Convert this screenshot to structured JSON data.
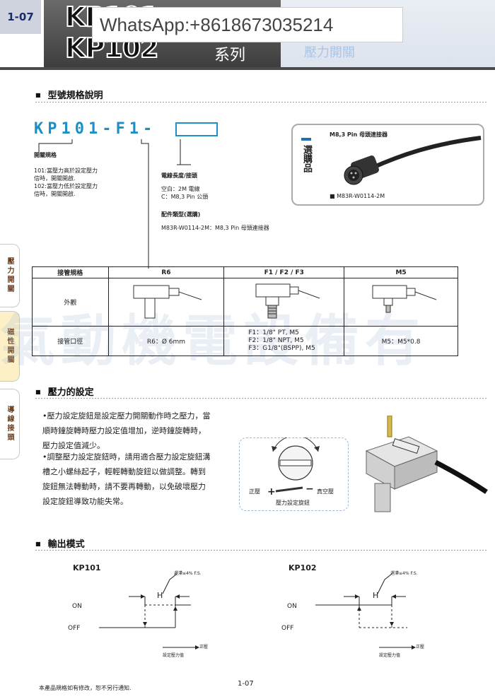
{
  "header": {
    "page_number": "1-07",
    "model_line1": "KP101",
    "model_line2": "KP102",
    "series_label": "系列",
    "subtitle": "壓力開關",
    "overlay_text": "WhatsApp:+8618673035214"
  },
  "side_tabs": [
    "壓力開關",
    "磁性開關",
    "導線接頭"
  ],
  "section_model": {
    "title": "型號規格說明",
    "code_parts": [
      "KP101",
      "-",
      "F1",
      "-"
    ],
    "switch_spec_title": "開關規格",
    "switch_spec_lines": [
      "101:當壓力高於設定壓力",
      "      信時，開關開啟.",
      "102:當壓力低於設定壓力",
      "      信時，開關開啟."
    ],
    "wire_title": "電線長度/接頭",
    "wire_lines": [
      "空白：2M 電線",
      "C：M8,3 Pin 公頭"
    ],
    "accessory_title": "配件類型(選購)",
    "accessory_line": "M83R-W0114-2M：M8,3 Pin 母頭連接器",
    "option_box": {
      "label": "選購品",
      "caption": "M8,3 Pin 母頭連接器",
      "part": "■ M83R-W0114-2M"
    }
  },
  "spec_table": {
    "headers": [
      "接管規格",
      "R6",
      "F1 / F2 / F3",
      "M5"
    ],
    "row_appearance_label": "外觀",
    "row_port_label": "接管口徑",
    "port_values": [
      "R6：Ø 6mm",
      "F1：1/8\" PT, M5\nF2：1/8\" NPT, M5\nF3：G1/8\"(BSPP), M5",
      "M5：M5*0.8"
    ]
  },
  "section_setting": {
    "title": "壓力的設定",
    "bullet1": [
      "•壓力設定旋鈕是設定壓力開關動作時之壓力，當",
      "  順時鐘旋轉時壓力設定值增加，逆時鐘旋轉時，",
      "  壓力設定值減少。"
    ],
    "bullet2": [
      "•調整壓力設定旋鈕時，請用適合壓力設定旋鈕溝",
      "  槽之小螺絲起子，輕輕轉動旋鈕以做調整。轉到",
      "  旋鈕無法轉動時，請不要再轉動，以免破壞壓力",
      "  設定旋鈕導致功能失常。"
    ],
    "dial_left": "正壓",
    "dial_right": "真空壓",
    "dial_caption": "壓力設定旋鈕",
    "plus": "+",
    "minus": "−"
  },
  "section_output": {
    "title": "輸出模式",
    "left": {
      "model": "KP101",
      "on": "ON",
      "off": "OFF",
      "h": "H",
      "note": "遲滯≤4% F.S.",
      "axis": "正壓",
      "axis_caption": "設定壓力值"
    },
    "right": {
      "model": "KP102",
      "on": "ON",
      "off": "OFF",
      "h": "H",
      "note": "遲滯≤4% F.S.",
      "axis": "正壓",
      "axis_caption": "設定壓力值"
    }
  },
  "footer": {
    "note": "本產品規格如有修改，恕不另行通知.",
    "page": "1-07"
  },
  "watermark": "氣動機電設備有"
}
